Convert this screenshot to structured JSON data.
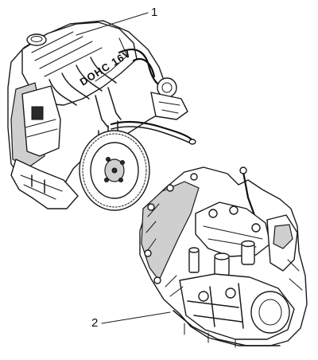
{
  "callouts": [
    {
      "number": "1"
    },
    {
      "number": "2"
    }
  ],
  "engine_marking": "DOHC 16V"
}
